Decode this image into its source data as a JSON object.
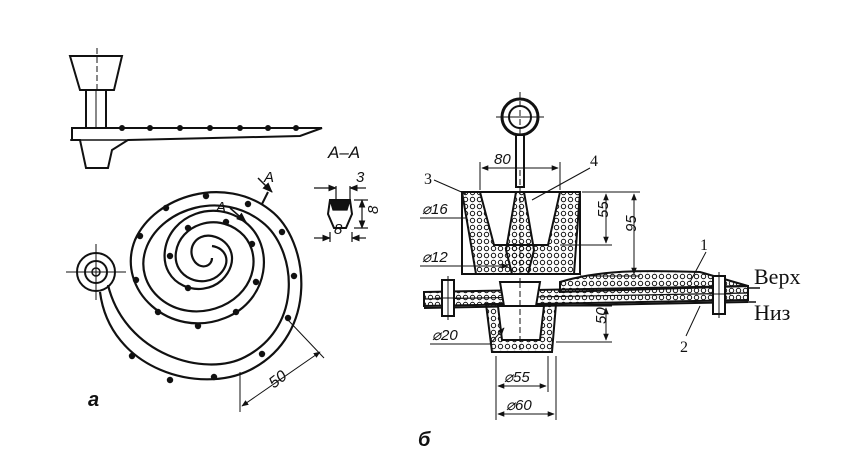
{
  "figure_a": {
    "section_title": "А–А",
    "section_mark_top": "А",
    "section_mark_inner": "А",
    "dim_3": "3",
    "dim_8_h": "8",
    "dim_8_v": "8",
    "dim_50": "50",
    "caption": "а"
  },
  "figure_b": {
    "dim_80": "80",
    "dim_55_top": "55",
    "dim_95": "95",
    "dim_d16": "⌀16",
    "dim_d12": "⌀12",
    "dim_d20": "⌀20",
    "dim_50": "50",
    "dim_d55": "⌀55",
    "dim_d60": "⌀60",
    "ref_1": "1",
    "ref_2": "2",
    "ref_3": "3",
    "ref_4": "4",
    "label_top": "Верх",
    "label_bottom": "Низ",
    "caption": "б"
  },
  "colors": {
    "ink": "#111111",
    "background": "#ffffff"
  }
}
